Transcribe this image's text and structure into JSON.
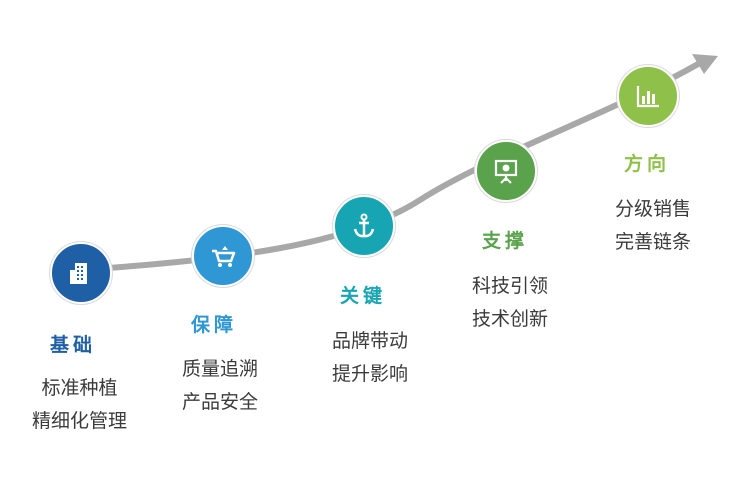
{
  "colors": {
    "curve": "#a8a8a8",
    "s1": "#1f5fa6",
    "s2": "#2f98d4",
    "s3": "#17a5b3",
    "s4": "#5aa24c",
    "s5": "#8fc14a"
  },
  "stages": [
    {
      "title": "基础",
      "lines": [
        "标准种植",
        "精细化管理"
      ],
      "icon": "building-icon"
    },
    {
      "title": "保障",
      "lines": [
        "质量追溯",
        "产品安全"
      ],
      "icon": "cart-icon"
    },
    {
      "title": "关键",
      "lines": [
        "品牌带动",
        "提升影响"
      ],
      "icon": "anchor-icon"
    },
    {
      "title": "支撑",
      "lines": [
        "科技引领",
        "技术创新"
      ],
      "icon": "presentation-icon"
    },
    {
      "title": "方向",
      "lines": [
        "分级销售",
        "完善链条"
      ],
      "icon": "bar-chart-icon"
    }
  ]
}
